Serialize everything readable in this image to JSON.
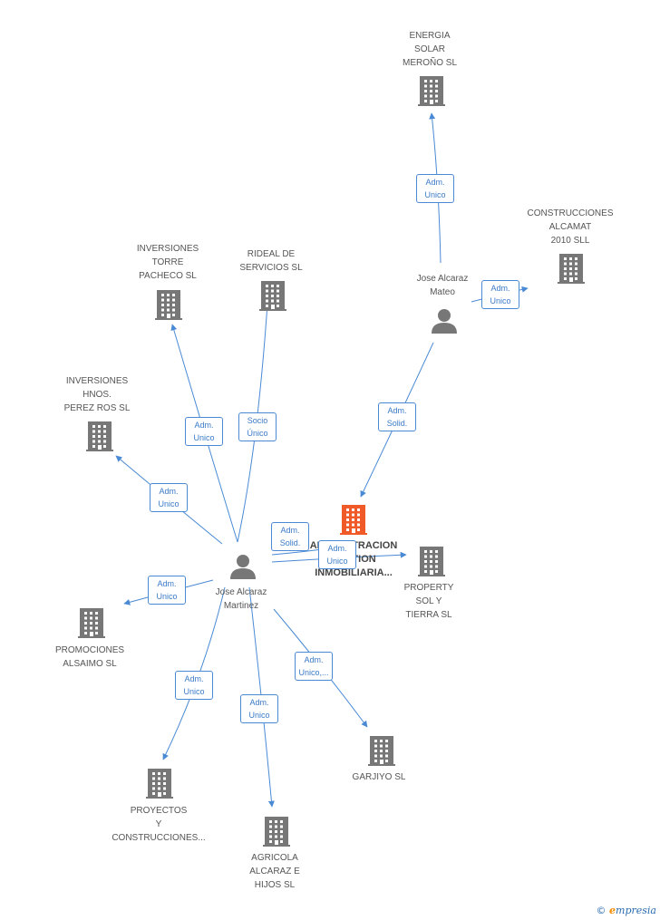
{
  "nodes": {
    "energia": "ENERGIA\nSOLAR\nMEROÑO SL",
    "construcciones_alcamat": "CONSTRUCCIONES\nALCAMAT\n2010 SLL",
    "jose_mateo": "Jose Alcaraz\nMateo",
    "inversiones_torre": "INVERSIONES\nTORRE\nPACHECO SL",
    "rideal": "RIDEAL DE\nSERVICIOS SL",
    "inversiones_hnos": "INVERSIONES\nHNOS.\nPEREZ ROS SL",
    "main_company": "ADMINISTRACION\nGESTION\nINMOBILIARIA...",
    "property": "PROPERTY\nSOL Y\nTIERRA SL",
    "jose_martinez": "Jose Alcaraz\nMartinez",
    "promociones": "PROMOCIONES\nALSAIMO SL",
    "proyectos": "PROYECTOS\nY\nCONSTRUCCIONES...",
    "agricola": "AGRICOLA\nALCARAZ E\nHIJOS SL",
    "garjiyo": "GARJIYO  SL"
  },
  "edges": {
    "e_energia": "Adm.\nUnico",
    "e_alcamat": "Adm.\nUnico",
    "e_main_from_mateo": "Adm.\nSolid.",
    "e_torre": "Adm.\nUnico",
    "e_rideal": "Socio\nÚnico",
    "e_hnos": "Adm.\nUnico",
    "e_main_from_martinez": "Adm.\nSolid.",
    "e_property": "Adm.\nUnico",
    "e_promociones": "Adm.\nUnico",
    "e_proyectos": "Adm.\nUnico",
    "e_agricola": "Adm.\nUnico",
    "e_garjiyo": "Adm.\nUnico,..."
  },
  "footer": {
    "copyright_symbol": "©",
    "brand_initial": "e",
    "brand_rest": "mpresia"
  },
  "colors": {
    "edge": "#4a8ad4",
    "building": "#777777",
    "building_highlight": "#f05a28",
    "person": "#777777"
  }
}
